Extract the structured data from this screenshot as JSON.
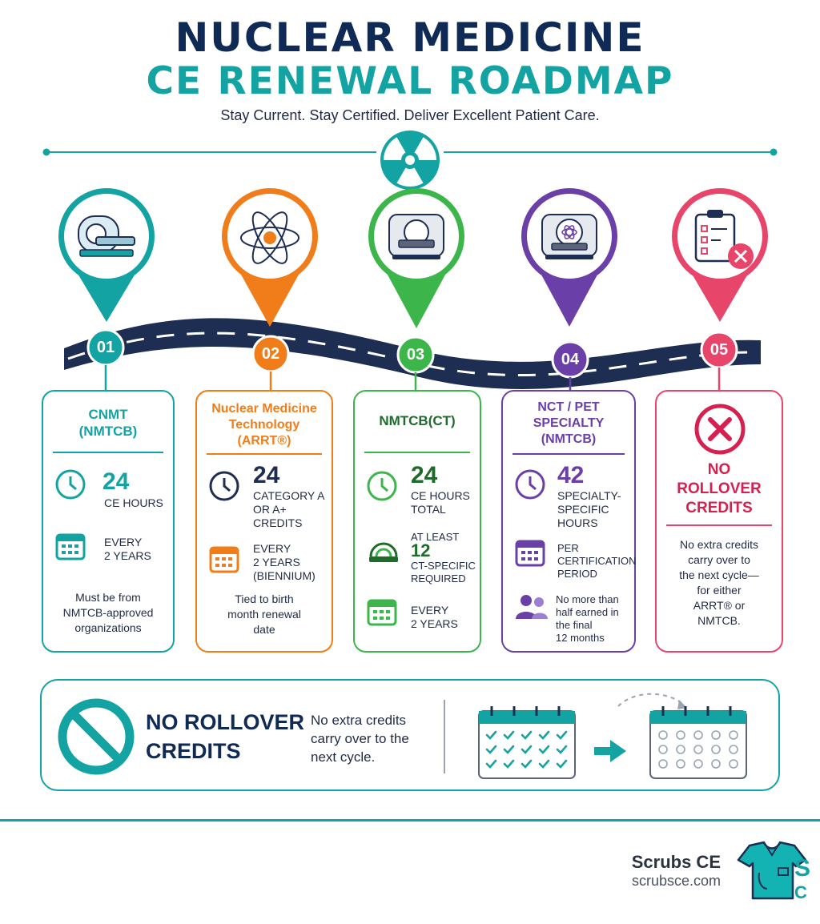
{
  "header": {
    "title_line1": "NUCLEAR MEDICINE",
    "title_line2": "CE RENEWAL ROADMAP",
    "subtitle": "Stay Current. Stay Certified. Deliver Excellent Patient Care."
  },
  "colors": {
    "navy": "#0f2a55",
    "teal": "#14a3a3",
    "orange": "#f07d1a",
    "green": "#3cb54a",
    "purple": "#6b3fa8",
    "pink": "#e8456b"
  },
  "steps": [
    {
      "number": "01",
      "icon": "mri-scanner-icon",
      "title": "CNMT\n(NMTCB)",
      "value": "24",
      "value_label": "CE HOURS",
      "freq": "EVERY\n2 YEARS",
      "note": "Must be from\nNMTCB-approved\norganizations"
    },
    {
      "number": "02",
      "icon": "atom-icon",
      "title": "Nuclear Medicine\nTechnology\n(ARRT®)",
      "value": "24",
      "value_label": "CATEGORY A\nOR A+\nCREDITS",
      "freq": "EVERY\n2 YEARS\n(BIENNIUM)",
      "note": "Tied to birth\nmonth renewal\ndate"
    },
    {
      "number": "03",
      "icon": "ct-scanner-icon",
      "title": "NMTCB(CT)",
      "value": "24",
      "value_label": "CE HOURS\nTOTAL",
      "sub_prefix": "AT LEAST",
      "sub_value": "12",
      "sub_label": "CT-SPECIFIC\nREQUIRED",
      "freq": "EVERY\n2 YEARS"
    },
    {
      "number": "04",
      "icon": "pet-scanner-icon",
      "title": "NCT / PET\nSPECIALTY\n(NMTCB)",
      "value": "42",
      "value_label": "SPECIALTY-\nSPECIFIC\nHOURS",
      "freq": "PER\nCERTIFICATION\nPERIOD",
      "people_note": "No more than\nhalf earned in\nthe final\n12 months"
    },
    {
      "number": "05",
      "icon": "clipboard-x-icon",
      "title": "NO\nROLLOVER\nCREDITS",
      "note": "No extra credits\ncarry over to\nthe next cycle—\nfor either\nARRT® or\nNMTCB."
    }
  ],
  "banner": {
    "title": "NO ROLLOVER\nCREDITS",
    "text": "No extra credits\ncarry over to the\nnext cycle."
  },
  "footer": {
    "brand": "Scrubs CE",
    "url": "scrubsce.com"
  }
}
